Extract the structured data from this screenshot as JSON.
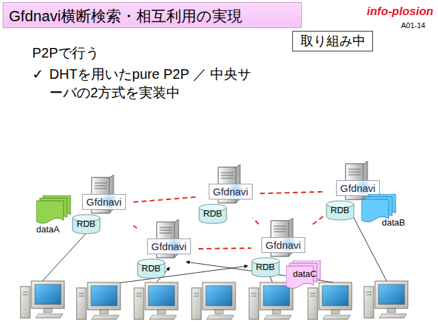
{
  "diagram": {
    "title": "Gfdnavi横断検索・相互利用の実現",
    "nodes": [
      {
        "text": [
          "取り組み中"
        ]
      },
      {
        "text": [
          "Gfdnavi",
          "RDB"
        ]
      },
      {
        "text": [
          "Gfdnavi",
          "RDB"
        ]
      },
      {
        "text": [
          "Gfdnavi",
          "RDB"
        ]
      },
      {
        "text": [
          "dataA"
        ]
      },
      {
        "text": [
          "dataB"
        ]
      },
      {
        "text": [
          "Gfdnavi",
          "RDB"
        ]
      },
      {
        "text": [
          "Gfdnavi",
          "RDB"
        ]
      },
      {
        "text": [
          "dataC"
        ]
      }
    ],
    "edges": [
      {
        "from": 3,
        "to": 1,
        "arrow": "none"
      },
      {
        "from": 1,
        "to": 2,
        "arrow": "none"
      },
      {
        "from": 3,
        "to": 6,
        "arrow": "none"
      },
      {
        "from": 6,
        "to": 7,
        "arrow": "none"
      },
      {
        "from": 7,
        "to": 2,
        "arrow": "none"
      },
      {
        "from": 1,
        "to": 7,
        "arrow": "none"
      }
    ],
    "labels": [
      "info-plosion",
      "A01-14",
      "P2Pで行う",
      "✓",
      "DHTを用いたpure P2P ／ 中央サーバの2方式を実装中"
    ]
  }
}
